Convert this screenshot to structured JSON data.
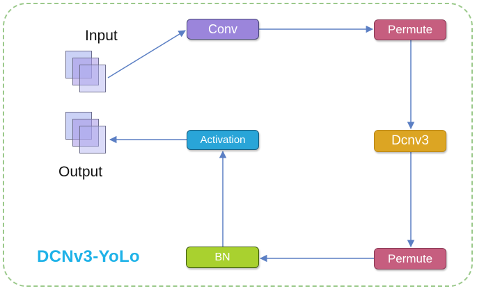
{
  "diagram": {
    "title": "DCNv3-YoLo",
    "input_label": "Input",
    "output_label": "Output",
    "nodes": {
      "conv": "Conv",
      "permute_top": "Permute",
      "dcnv3": "Dcnv3",
      "permute_bottom": "Permute",
      "bn": "BN",
      "activation": "Activation"
    },
    "colors": {
      "conv": "#9b85db",
      "permute": "#c65e7f",
      "dcnv3": "#dca523",
      "bn": "#a9d12f",
      "activation": "#29a5d8",
      "arrow": "#5b7fc4",
      "title": "#1eb2e8",
      "frame_border": "#9bc98b"
    }
  }
}
